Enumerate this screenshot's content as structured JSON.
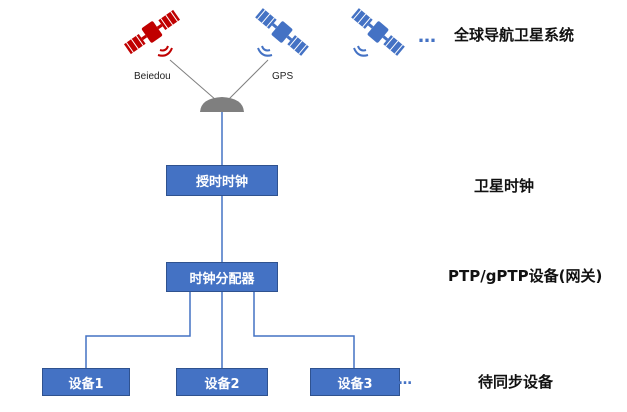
{
  "satellites": [
    {
      "label": "Beiedou",
      "color": "#c00000"
    },
    {
      "label": "GPS",
      "color": "#4472c4"
    },
    {
      "label": "",
      "color": "#4472c4"
    }
  ],
  "colors": {
    "box_fill": "#4472c4",
    "box_border": "#2f528f",
    "antenna": "#7f7f7f",
    "line": "#4472c4"
  },
  "ellipsis": "…",
  "levels": {
    "gnss": "全球导航卫星系统",
    "satellite_clock": "卫星时钟",
    "ptp": "PTP/gPTP设备(网关)",
    "devices": "待同步设备"
  },
  "boxes": {
    "timing_clock": "授时时钟",
    "clock_distributor": "时钟分配器",
    "device_1": "设备1",
    "device_2": "设备2",
    "device_3": "设备3"
  }
}
